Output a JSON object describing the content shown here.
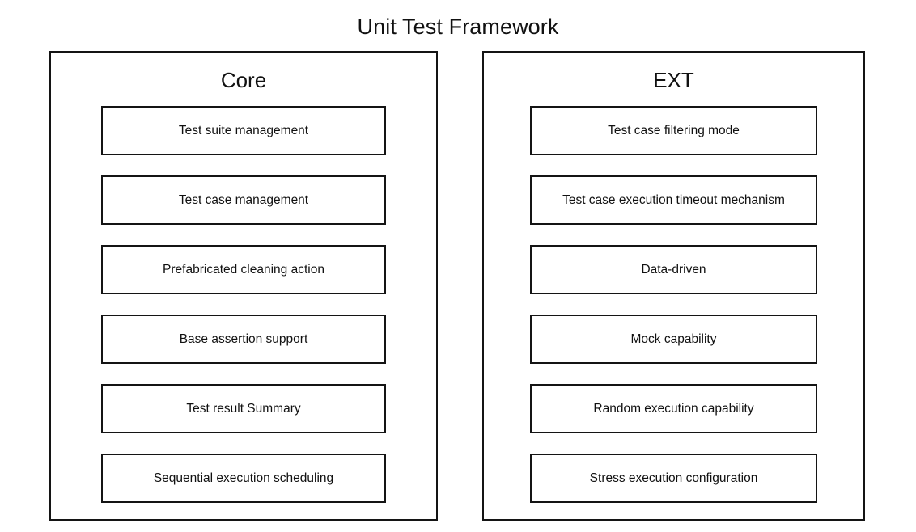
{
  "diagram": {
    "title": "Unit Test Framework",
    "panels": [
      {
        "name": "core",
        "title": "Core",
        "items": [
          {
            "label": "Test suite management"
          },
          {
            "label": "Test case management"
          },
          {
            "label": "Prefabricated cleaning action"
          },
          {
            "label": "Base assertion support"
          },
          {
            "label": "Test result Summary"
          },
          {
            "label": "Sequential execution scheduling"
          }
        ]
      },
      {
        "name": "ext",
        "title": "EXT",
        "items": [
          {
            "label": "Test case filtering mode"
          },
          {
            "label": "Test case execution timeout mechanism"
          },
          {
            "label": "Data-driven"
          },
          {
            "label": "Mock capability"
          },
          {
            "label": "Random execution capability"
          },
          {
            "label": "Stress execution configuration"
          }
        ]
      }
    ]
  },
  "colors": {
    "background": "#ffffff",
    "stroke": "#141414",
    "text": "#111111"
  }
}
